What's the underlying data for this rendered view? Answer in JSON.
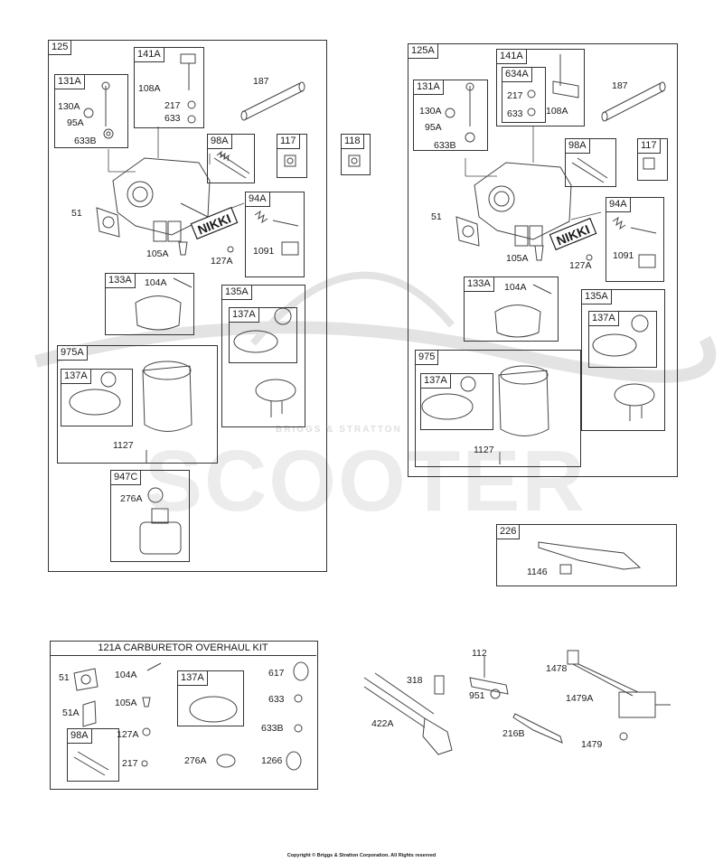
{
  "left_panel": {
    "tab": "125",
    "groups": {
      "131A": "131A",
      "141A": "141A",
      "98A": "98A",
      "117": "117",
      "94A": "94A",
      "133A": "133A",
      "135A": "135A",
      "137A_a": "137A",
      "975A": "975A",
      "137A_b": "137A",
      "947C": "947C"
    },
    "labels": {
      "130A": "130A",
      "95A": "95A",
      "633B": "633B",
      "108A": "108A",
      "217": "217",
      "633": "633",
      "187": "187",
      "51": "51",
      "105A": "105A",
      "127A": "127A",
      "1091": "1091",
      "104A": "104A",
      "1127": "1127",
      "276A": "276A"
    },
    "brand": "NIKKI"
  },
  "standalone_118": "118",
  "right_panel": {
    "tab": "125A",
    "groups": {
      "141A": "141A",
      "634A": "634A",
      "131A": "131A",
      "98A": "98A",
      "117": "117",
      "94A": "94A",
      "133A": "133A",
      "135A": "135A",
      "137A_a": "137A",
      "975": "975",
      "137A_b": "137A"
    },
    "labels": {
      "187": "187",
      "217": "217",
      "633": "633",
      "108A": "108A",
      "130A": "130A",
      "95A": "95A",
      "633B": "633B",
      "51": "51",
      "105A": "105A",
      "127A": "127A",
      "1091": "1091",
      "104A": "104A",
      "1127": "1127"
    },
    "brand": "NIKKI"
  },
  "part_226": {
    "tab": "226",
    "label": "1146"
  },
  "overhaul_kit": {
    "title": "121A CARBURETOR OVERHAUL KIT",
    "groups": {
      "137A": "137A",
      "98A": "98A"
    },
    "labels": {
      "51": "51",
      "51A": "51A",
      "104A": "104A",
      "105A": "105A",
      "127A": "127A",
      "217": "217",
      "276A": "276A",
      "617": "617",
      "633": "633",
      "633B": "633B",
      "1266": "1266"
    }
  },
  "misc_parts": {
    "112": "112",
    "318": "318",
    "422A": "422A",
    "951": "951",
    "216B": "216B",
    "1478": "1478",
    "1479A": "1479A",
    "1479": "1479"
  },
  "watermark": {
    "brand": "SCOOTER",
    "tag": "BRIGGS & STRATTON"
  },
  "copyright": "Copyright © Briggs & Stratton Corporation. All Rights reserved"
}
